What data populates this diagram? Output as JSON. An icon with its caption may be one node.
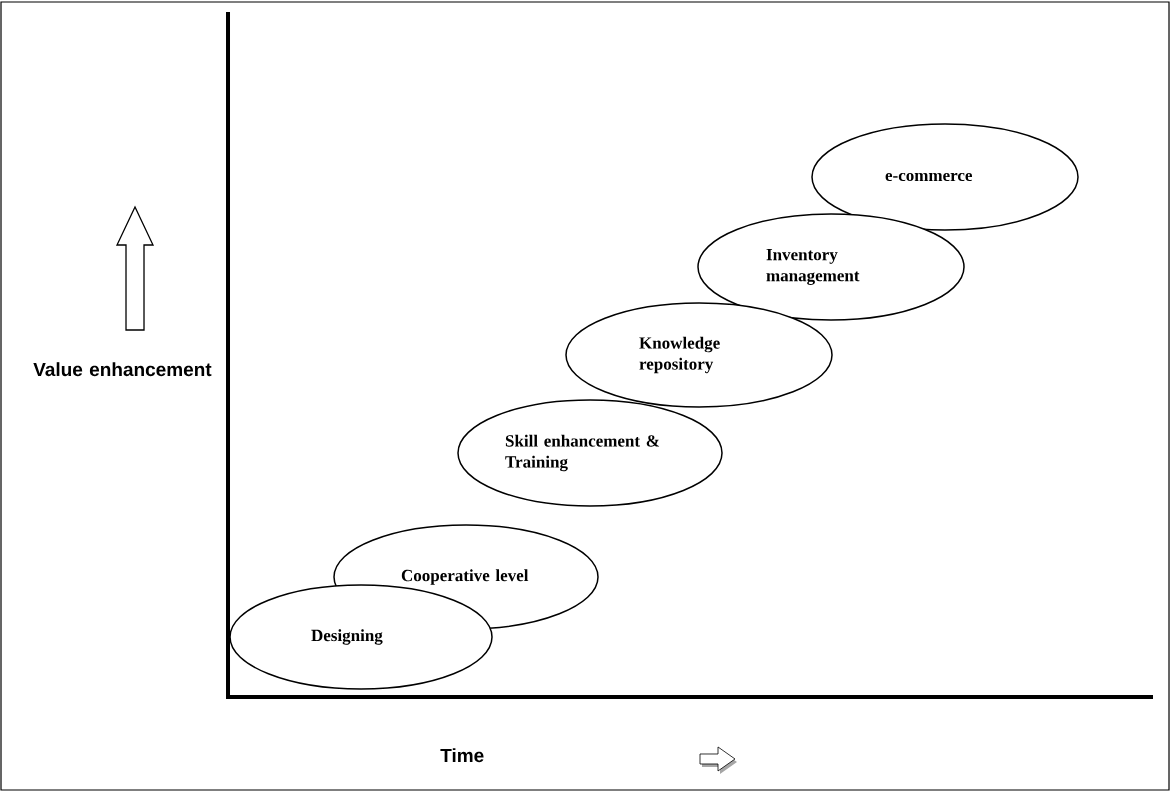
{
  "diagram": {
    "nodes": [
      {
        "text": [
          "Designing"
        ]
      },
      {
        "text": [
          "Cooperative level"
        ]
      },
      {
        "text": [
          "Skill enhancement & Training"
        ]
      },
      {
        "text": [
          "Knowledge repository"
        ]
      },
      {
        "text": [
          "Inventory management"
        ]
      },
      {
        "text": [
          "e-commerce"
        ]
      }
    ],
    "labels": [
      "Value enhancement",
      "Time"
    ]
  }
}
